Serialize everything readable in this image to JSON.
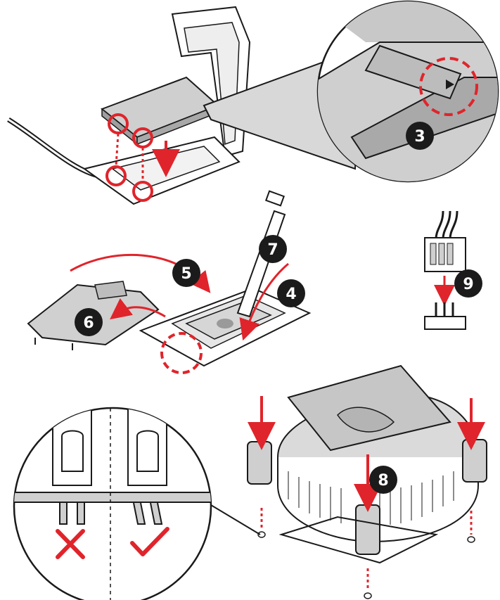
{
  "steps": [
    {
      "id": "step-3",
      "label": "3"
    },
    {
      "id": "step-4",
      "label": "4"
    },
    {
      "id": "step-5",
      "label": "5"
    },
    {
      "id": "step-6",
      "label": "6"
    },
    {
      "id": "step-7",
      "label": "7"
    },
    {
      "id": "step-8",
      "label": "8"
    },
    {
      "id": "step-9",
      "label": "9"
    }
  ],
  "colors": {
    "accent": "#e0242b",
    "ink": "#1a1a1a",
    "panel_gray": "#bdbdbd",
    "light_gray": "#dcdcdc",
    "dark_badge": "#1b1b1b"
  },
  "icons": {
    "incorrect": "x-mark-icon",
    "correct": "check-mark-icon",
    "direction": "red-arrow-icon"
  }
}
